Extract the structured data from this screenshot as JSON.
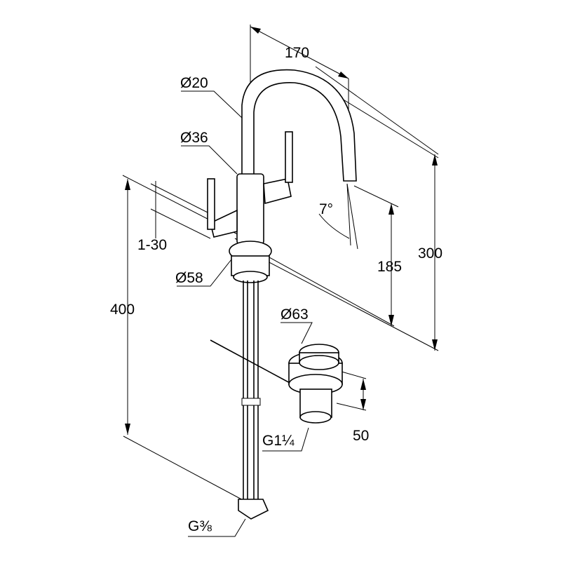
{
  "dimensions": {
    "spout_reach": "170",
    "spout_diameter": "Ø20",
    "body_diameter": "Ø36",
    "spout_angle": "7°",
    "deck_thickness": "1-30",
    "spout_height": "185",
    "total_height": "300",
    "base_diameter": "Ø58",
    "hose_length": "400",
    "waste_diameter": "Ø63",
    "waste_height": "50",
    "waste_thread": "G1¼",
    "hose_thread": "G⅜"
  }
}
